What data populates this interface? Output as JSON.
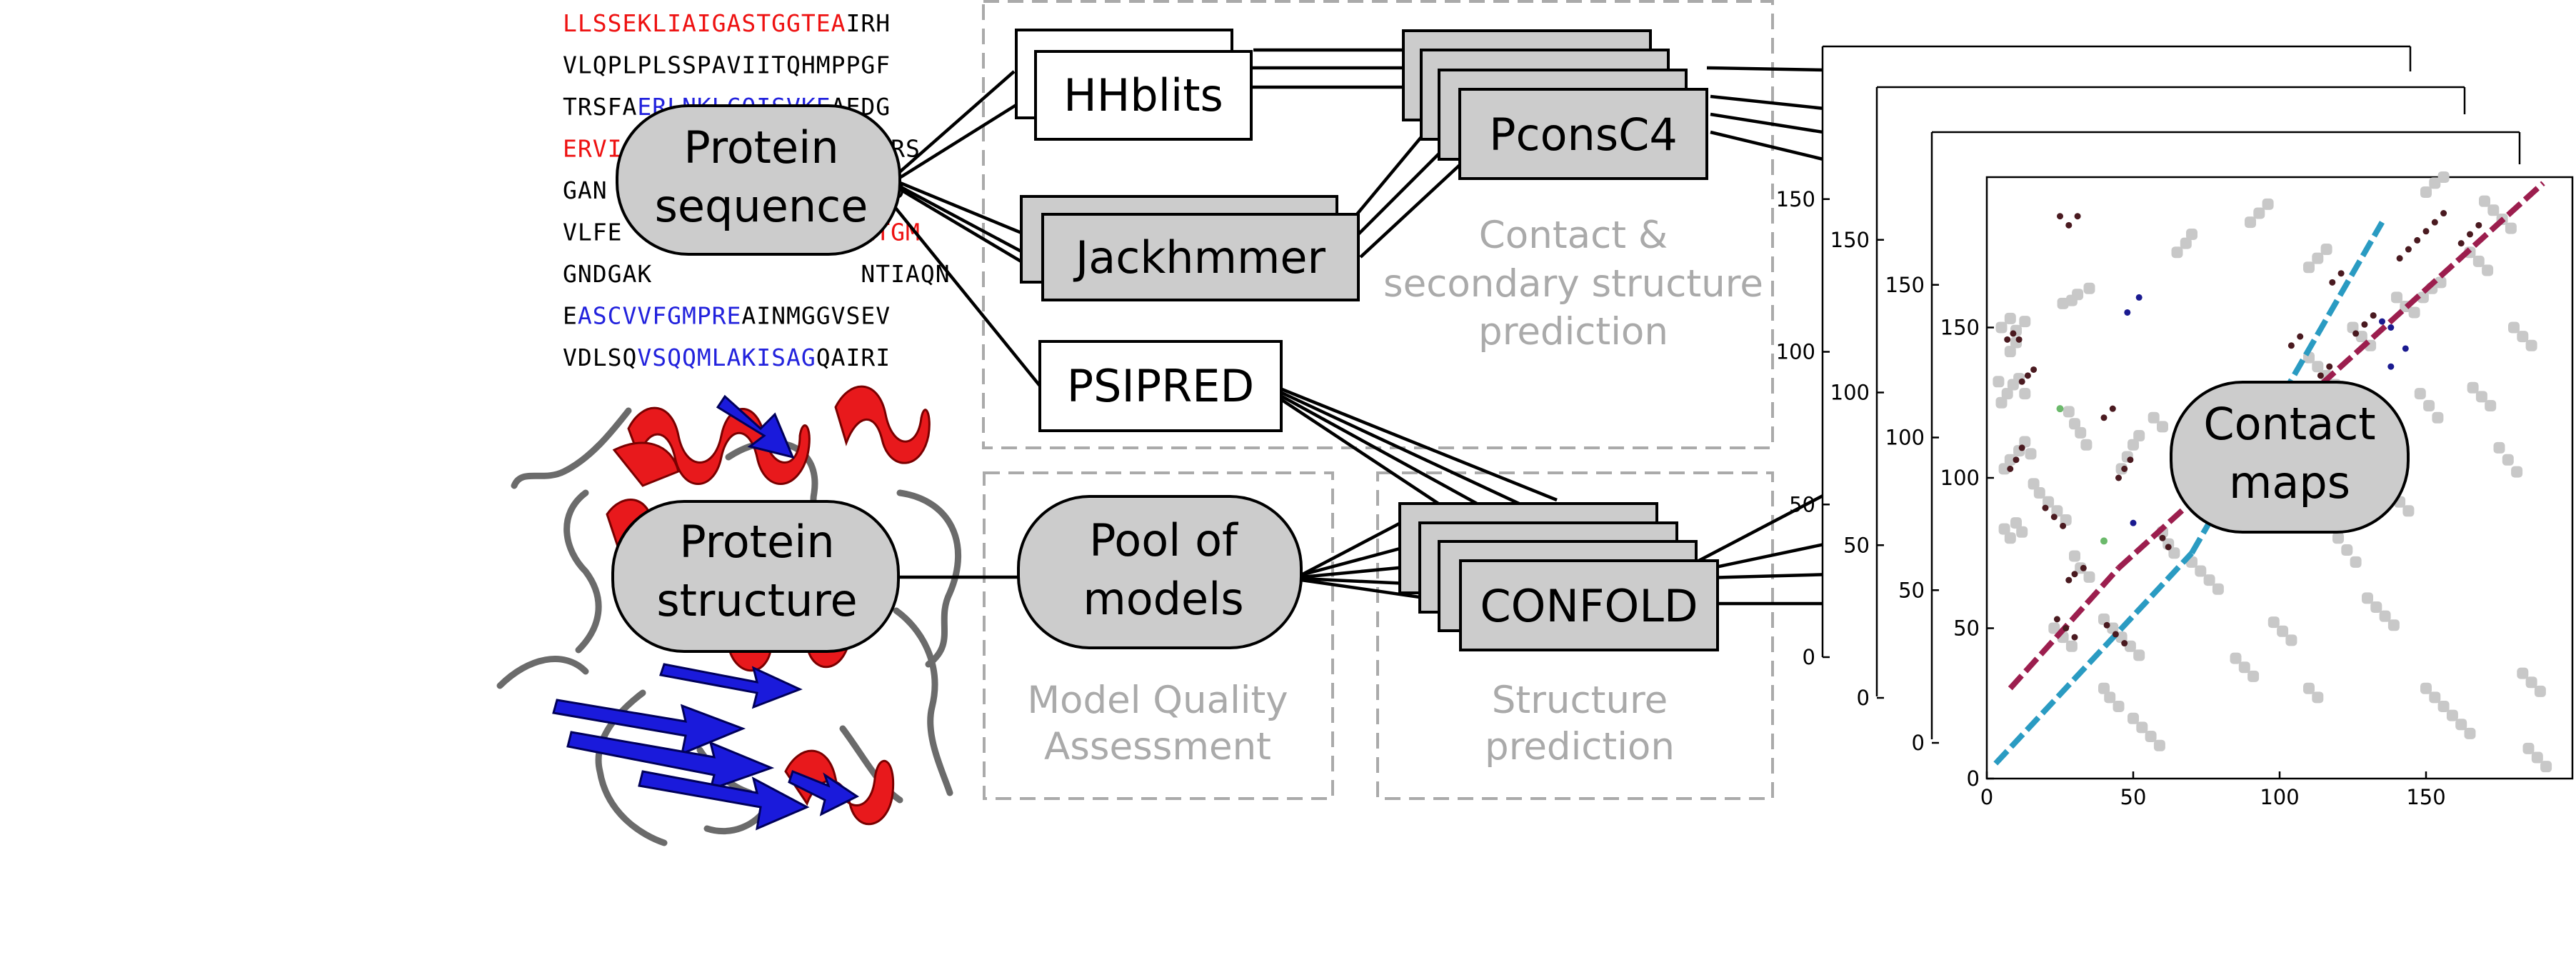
{
  "sequence": {
    "lines": [
      [
        {
          "t": "LLSSEKLIAIGASTGGTEA",
          "c": "r"
        },
        {
          "t": "IRH",
          "c": "k"
        }
      ],
      [
        {
          "t": "VLQPLPLSSPAVIITQHMPPGF",
          "c": "k"
        }
      ],
      [
        {
          "t": "TRSFA",
          "c": "k"
        },
        {
          "t": "ERLNKLCQISVKE",
          "c": "b"
        },
        {
          "t": "AEDG",
          "c": "k"
        }
      ],
      [
        {
          "t": "ERVI",
          "c": "r"
        },
        {
          "t": "                LARS",
          "c": "k"
        }
      ],
      [
        {
          "t": "GAN                 SVD",
          "c": "k"
        }
      ],
      [
        {
          "t": "VLFE                ",
          "c": "k"
        },
        {
          "t": "LTGM",
          "c": "r"
        }
      ],
      [
        {
          "t": "GNDGAK              NTIAQN",
          "c": "k"
        }
      ],
      [
        {
          "t": "E",
          "c": "k"
        },
        {
          "t": "ASCVVFGMPRE",
          "c": "b"
        },
        {
          "t": "AINMGGVSEV",
          "c": "k"
        }
      ],
      [
        {
          "t": "VDLSQ",
          "c": "k"
        },
        {
          "t": "VSQQMLAKISAG",
          "c": "b"
        },
        {
          "t": "QAIRI",
          "c": "k"
        }
      ]
    ]
  },
  "nodes": {
    "protein_sequence": {
      "line1": "Protein",
      "line2": "sequence"
    },
    "protein_structure": {
      "line1": "Protein",
      "line2": "structure"
    },
    "pool_of_models": {
      "line1": "Pool of",
      "line2": "models"
    },
    "contact_maps": {
      "line1": "Contact",
      "line2": "maps"
    }
  },
  "tools": {
    "hhblits": "HHblits",
    "jackhmmer": "Jackhmmer",
    "psipred": "PSIPRED",
    "pconsc4": "PconsC4",
    "confold": "CONFOLD"
  },
  "groups": {
    "contact_prediction": {
      "line1": "Contact &",
      "line2": "secondary structure",
      "line3": "prediction"
    },
    "model_quality": {
      "line1": "Model Quality",
      "line2": "Assessment"
    },
    "structure_prediction": {
      "line1": "Structure",
      "line2": "prediction"
    }
  },
  "colors": {
    "helix_red": "#e8191c",
    "strand_blue": "#1a1adb",
    "seq_red": "#ee1111",
    "seq_blue": "#2222dd",
    "box_gray": "#cccccc",
    "label_gray": "#aaaaaa",
    "contact_gray": "#c8c8c8",
    "diag_teal": "#2a9bc2",
    "diag_maroon": "#9c1e4e"
  },
  "chart_data": {
    "type": "scatter",
    "title": "",
    "xlabel": "",
    "ylabel": "",
    "xlim": [
      0,
      200
    ],
    "ylim": [
      0,
      200
    ],
    "xticks": [
      "0",
      "50",
      "100",
      "150"
    ],
    "yticks": [
      "0",
      "50",
      "100",
      "150"
    ],
    "stacked_maps_yticks": [
      [
        "0",
        "50",
        "100",
        "150"
      ],
      [
        "0",
        "50",
        "100",
        "150"
      ],
      [
        "0",
        "50",
        "100",
        "150"
      ]
    ],
    "diagonal_segments": [
      {
        "from": [
          3,
          5
        ],
        "to": [
          70,
          75
        ],
        "color": "teal"
      },
      {
        "from": [
          70,
          75
        ],
        "to": [
          135,
          185
        ],
        "color": "teal"
      },
      {
        "from": [
          8,
          30
        ],
        "to": [
          45,
          70
        ],
        "color": "maroon"
      },
      {
        "from": [
          45,
          70
        ],
        "to": [
          190,
          198
        ],
        "color": "maroon"
      }
    ],
    "gray_contacts": [
      [
        5,
        150
      ],
      [
        8,
        153
      ],
      [
        10,
        149
      ],
      [
        13,
        152
      ],
      [
        26,
        158
      ],
      [
        29,
        159
      ],
      [
        31,
        161
      ],
      [
        35,
        163
      ],
      [
        5,
        125
      ],
      [
        7,
        128
      ],
      [
        9,
        131
      ],
      [
        11,
        133
      ],
      [
        13,
        128
      ],
      [
        4,
        132
      ],
      [
        6,
        103
      ],
      [
        8,
        106
      ],
      [
        11,
        109
      ],
      [
        13,
        112
      ],
      [
        15,
        108
      ],
      [
        16,
        98
      ],
      [
        18,
        95
      ],
      [
        21,
        92
      ],
      [
        24,
        89
      ],
      [
        27,
        86
      ],
      [
        28,
        122
      ],
      [
        30,
        118
      ],
      [
        32,
        115
      ],
      [
        34,
        111
      ],
      [
        6,
        83
      ],
      [
        8,
        80
      ],
      [
        10,
        85
      ],
      [
        12,
        82
      ],
      [
        30,
        74
      ],
      [
        32,
        70
      ],
      [
        35,
        67
      ],
      [
        23,
        50
      ],
      [
        26,
        47
      ],
      [
        29,
        44
      ],
      [
        40,
        53
      ],
      [
        43,
        50
      ],
      [
        46,
        47
      ],
      [
        49,
        44
      ],
      [
        52,
        41
      ],
      [
        70,
        72
      ],
      [
        73,
        69
      ],
      [
        76,
        66
      ],
      [
        79,
        63
      ],
      [
        46,
        103
      ],
      [
        48,
        107
      ],
      [
        50,
        111
      ],
      [
        52,
        114
      ],
      [
        60,
        82
      ],
      [
        62,
        78
      ],
      [
        64,
        75
      ],
      [
        80,
        90
      ],
      [
        83,
        87
      ],
      [
        86,
        84
      ],
      [
        95,
        105
      ],
      [
        98,
        102
      ],
      [
        101,
        99
      ],
      [
        104,
        96
      ],
      [
        110,
        140
      ],
      [
        113,
        137
      ],
      [
        116,
        134
      ],
      [
        119,
        131
      ],
      [
        125,
        150
      ],
      [
        128,
        147
      ],
      [
        131,
        144
      ],
      [
        140,
        160
      ],
      [
        143,
        157
      ],
      [
        146,
        155
      ],
      [
        149,
        160
      ],
      [
        152,
        163
      ],
      [
        155,
        165
      ],
      [
        165,
        175
      ],
      [
        168,
        172
      ],
      [
        171,
        169
      ],
      [
        170,
        192
      ],
      [
        173,
        189
      ],
      [
        176,
        186
      ],
      [
        179,
        183
      ],
      [
        150,
        195
      ],
      [
        153,
        198
      ],
      [
        156,
        200
      ],
      [
        180,
        150
      ],
      [
        183,
        147
      ],
      [
        186,
        144
      ],
      [
        175,
        110
      ],
      [
        178,
        106
      ],
      [
        181,
        102
      ],
      [
        148,
        128
      ],
      [
        151,
        124
      ],
      [
        154,
        120
      ],
      [
        120,
        80
      ],
      [
        123,
        76
      ],
      [
        126,
        72
      ],
      [
        130,
        60
      ],
      [
        133,
        57
      ],
      [
        136,
        54
      ],
      [
        139,
        51
      ],
      [
        98,
        52
      ],
      [
        101,
        49
      ],
      [
        104,
        46
      ],
      [
        150,
        30
      ],
      [
        153,
        27
      ],
      [
        156,
        24
      ],
      [
        159,
        21
      ],
      [
        162,
        18
      ],
      [
        165,
        15
      ],
      [
        183,
        35
      ],
      [
        186,
        32
      ],
      [
        189,
        29
      ],
      [
        50,
        20
      ],
      [
        53,
        17
      ],
      [
        56,
        14
      ],
      [
        59,
        11
      ],
      [
        85,
        40
      ],
      [
        88,
        37
      ],
      [
        91,
        34
      ],
      [
        185,
        10
      ],
      [
        188,
        7
      ],
      [
        191,
        4
      ],
      [
        110,
        30
      ],
      [
        113,
        27
      ],
      [
        8,
        142
      ],
      [
        10,
        145
      ],
      [
        65,
        175
      ],
      [
        68,
        178
      ],
      [
        70,
        181
      ],
      [
        90,
        185
      ],
      [
        93,
        188
      ],
      [
        96,
        191
      ],
      [
        40,
        30
      ],
      [
        42,
        27
      ],
      [
        45,
        24
      ],
      [
        110,
        170
      ],
      [
        113,
        173
      ],
      [
        116,
        176
      ],
      [
        57,
        120
      ],
      [
        60,
        117
      ],
      [
        138,
        95
      ],
      [
        141,
        92
      ],
      [
        144,
        89
      ],
      [
        166,
        130
      ],
      [
        169,
        127
      ],
      [
        172,
        124
      ]
    ],
    "dark_contacts": [
      [
        12,
        132
      ],
      [
        14,
        134
      ],
      [
        16,
        136
      ],
      [
        25,
        187
      ],
      [
        28,
        184
      ],
      [
        31,
        187
      ],
      [
        7,
        146
      ],
      [
        9,
        148
      ],
      [
        11,
        146
      ],
      [
        8,
        103
      ],
      [
        10,
        106
      ],
      [
        12,
        110
      ],
      [
        20,
        90
      ],
      [
        23,
        87
      ],
      [
        26,
        84
      ],
      [
        28,
        66
      ],
      [
        30,
        68
      ],
      [
        33,
        70
      ],
      [
        24,
        53
      ],
      [
        27,
        50
      ],
      [
        30,
        47
      ],
      [
        41,
        51
      ],
      [
        44,
        48
      ],
      [
        47,
        45
      ],
      [
        45,
        100
      ],
      [
        47,
        103
      ],
      [
        49,
        106
      ],
      [
        60,
        80
      ],
      [
        62,
        77
      ],
      [
        75,
        96
      ],
      [
        77,
        99
      ],
      [
        79,
        102
      ],
      [
        95,
        101
      ],
      [
        97,
        98
      ],
      [
        99,
        95
      ],
      [
        111,
        131
      ],
      [
        114,
        134
      ],
      [
        117,
        137
      ],
      [
        126,
        148
      ],
      [
        129,
        151
      ],
      [
        132,
        154
      ],
      [
        141,
        173
      ],
      [
        144,
        176
      ],
      [
        147,
        179
      ],
      [
        150,
        182
      ],
      [
        153,
        185
      ],
      [
        156,
        188
      ],
      [
        162,
        178
      ],
      [
        165,
        181
      ],
      [
        168,
        184
      ],
      [
        104,
        144
      ],
      [
        107,
        147
      ],
      [
        118,
        165
      ],
      [
        121,
        168
      ],
      [
        40,
        120
      ],
      [
        43,
        123
      ]
    ],
    "blue_contacts": [
      [
        48,
        155
      ],
      [
        52,
        160
      ],
      [
        135,
        152
      ],
      [
        138,
        150
      ],
      [
        138,
        137
      ],
      [
        143,
        143
      ],
      [
        50,
        85
      ]
    ],
    "green_contacts": [
      [
        40,
        79
      ],
      [
        25,
        123
      ],
      [
        100,
        117
      ]
    ]
  }
}
